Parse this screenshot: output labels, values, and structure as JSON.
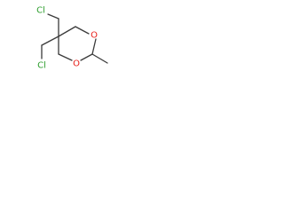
{
  "molecule": {
    "atoms": {
      "cl_top": {
        "label": "Cl",
        "color": "#2e9e2e"
      },
      "cl_left": {
        "label": "Cl",
        "color": "#2e9e2e"
      },
      "o_upper": {
        "label": "O",
        "color": "#e8201a"
      },
      "o_lower": {
        "label": "O",
        "color": "#e8201a"
      }
    },
    "bond_color": "#3a3a3a"
  }
}
